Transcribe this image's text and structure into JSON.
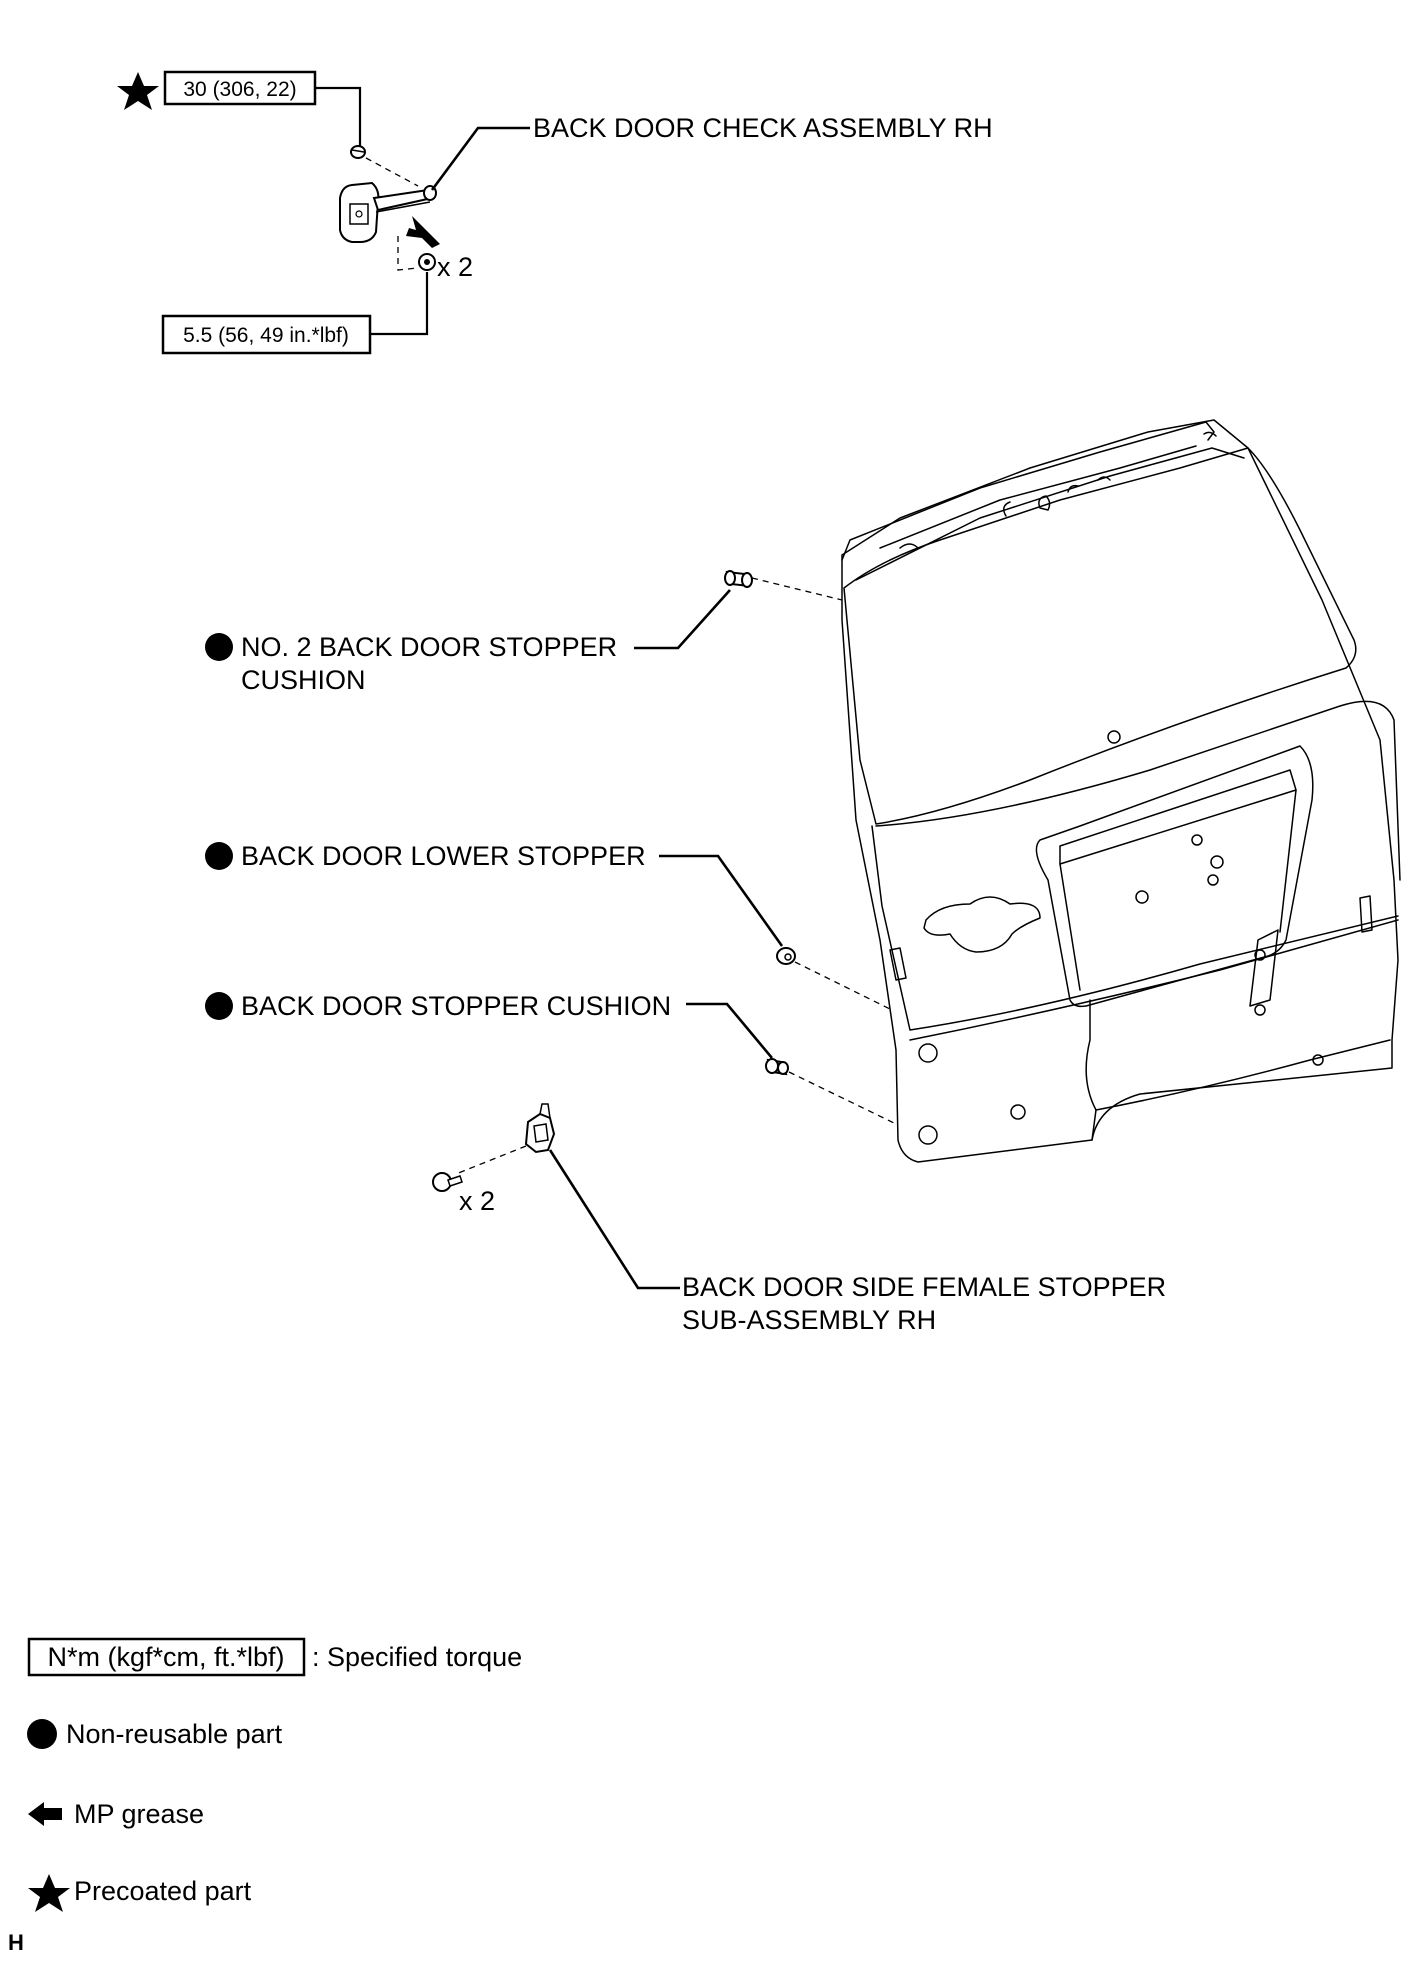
{
  "callouts": {
    "check_torque": "30 (306, 22)",
    "check_label": "BACK DOOR CHECK ASSEMBLY RH",
    "check_qty": "x 2",
    "check_bolt_torque": "5.5 (56, 49 in.*lbf)",
    "no2_stopper_line1": "NO. 2 BACK DOOR STOPPER",
    "no2_stopper_line2": "CUSHION",
    "lower_stopper": "BACK DOOR LOWER STOPPER",
    "stopper_cushion": "BACK DOOR STOPPER CUSHION",
    "female_stopper_line1": "BACK DOOR SIDE FEMALE STOPPER",
    "female_stopper_line2": "SUB-ASSEMBLY RH",
    "female_qty": "x 2"
  },
  "legend": {
    "torque_box": "N*m (kgf*cm, ft.*lbf)",
    "torque_text": ": Specified torque",
    "non_reusable": "Non-reusable part",
    "mp_grease": "MP grease",
    "precoated": "Precoated part"
  },
  "corner_mark": "H"
}
